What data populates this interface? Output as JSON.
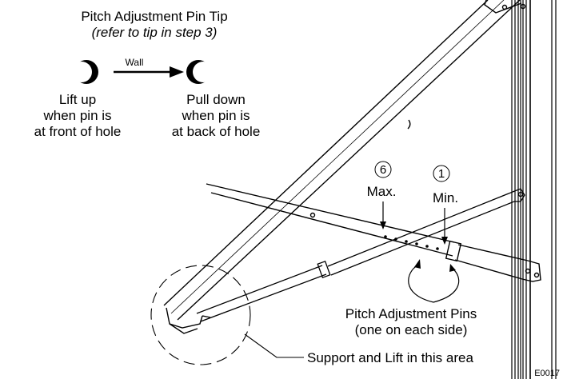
{
  "title": "Pitch Adjustment Pin Tip",
  "subtitle": "(refer to tip in step 3)",
  "wall_label": "Wall",
  "lift_text": [
    "Lift up",
    "when pin is",
    "at front of hole"
  ],
  "pull_text": [
    "Pull down",
    "when pin is",
    "at back of hole"
  ],
  "max_number": "6",
  "max_label": "Max.",
  "min_number": "1",
  "min_label": "Min.",
  "pins_text": [
    "Pitch Adjustment Pins",
    "(one on each side)"
  ],
  "support_text": "Support and Lift in this area",
  "figure_code": "E0017",
  "colors": {
    "line": "#000000",
    "paper": "#ffffff"
  }
}
